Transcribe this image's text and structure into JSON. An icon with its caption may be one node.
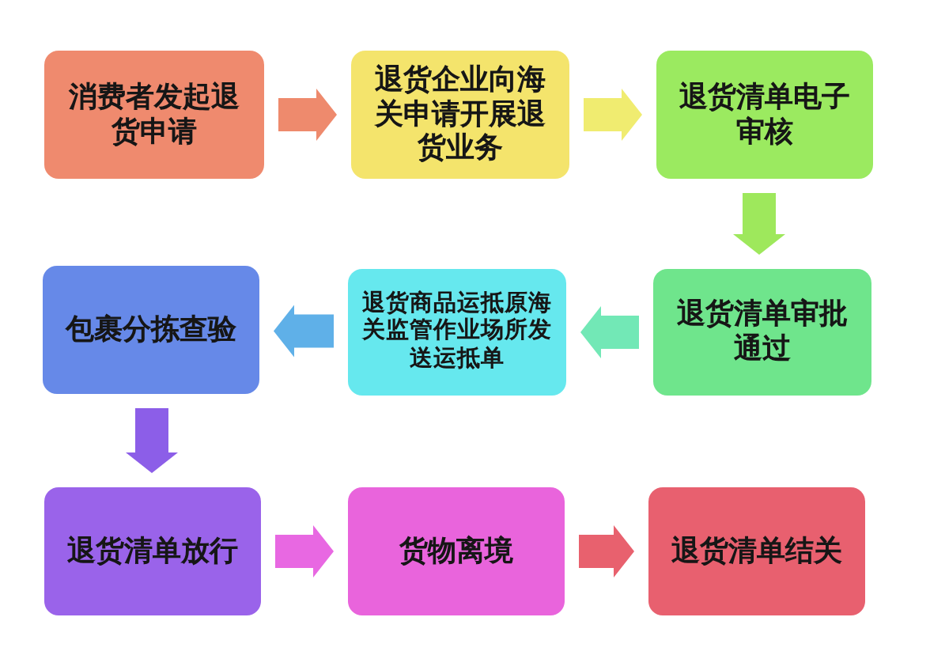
{
  "diagram": {
    "nodes": [
      {
        "text": [
          "消费者发起退货申请"
        ]
      },
      {
        "text": [
          "退货企业向海关申请开展退货业务"
        ]
      },
      {
        "text": [
          "退货清单电子审核"
        ]
      },
      {
        "text": [
          "退货清单审批通过"
        ]
      },
      {
        "text": [
          "退货商品运抵原海关监管作业场所发送运抵单"
        ]
      },
      {
        "text": [
          "包裹分拣查验"
        ]
      },
      {
        "text": [
          "退货清单放行"
        ]
      },
      {
        "text": [
          "货物离境"
        ]
      },
      {
        "text": [
          "退货清单结关"
        ]
      }
    ],
    "edges": [
      {
        "from": 0,
        "to": 1,
        "arrow": "to",
        "color": "#ee8a6d"
      },
      {
        "from": 1,
        "to": 2,
        "arrow": "to",
        "color": "#f0ec70"
      },
      {
        "from": 2,
        "to": 3,
        "arrow": "to",
        "color": "#9ee85c"
      },
      {
        "from": 3,
        "to": 4,
        "arrow": "to",
        "color": "#72e8b6"
      },
      {
        "from": 4,
        "to": 5,
        "arrow": "to",
        "color": "#5fb0e8"
      },
      {
        "from": 5,
        "to": 6,
        "arrow": "to",
        "color": "#8c5ee8"
      },
      {
        "from": 6,
        "to": 7,
        "arrow": "to",
        "color": "#e868e2"
      },
      {
        "from": 7,
        "to": 8,
        "arrow": "to",
        "color": "#e8616e"
      }
    ]
  }
}
